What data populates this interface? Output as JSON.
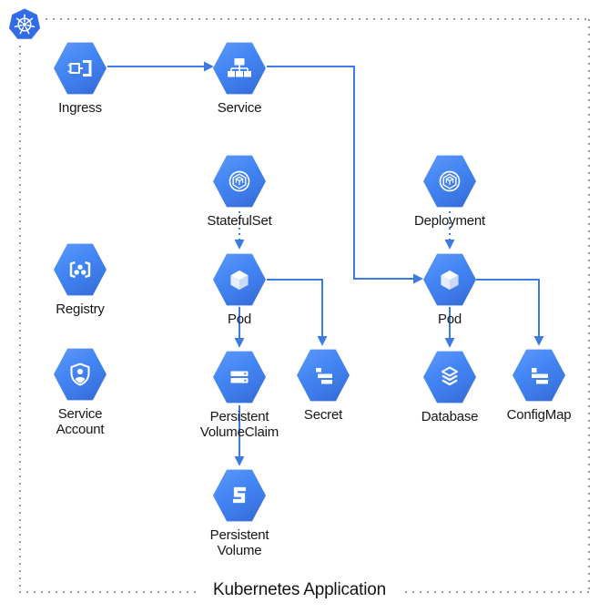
{
  "title": {
    "label": "Kubernetes Application"
  },
  "logo": {
    "name": "Kubernetes"
  },
  "colors": {
    "hexagon_blue": "#4285f4",
    "hexagon_blue_dark": "#3366d3",
    "hexagon_blue_light": "#619af8",
    "connector_blue": "#3c7ce2",
    "border_dot_gray": "#8e9aa9",
    "kubernetes_logo_blue": "#326ce5",
    "label_text": "#161616",
    "icon_white": "#ffffff"
  },
  "nodes": [
    {
      "id": "ingress",
      "label": "Ingress",
      "icon": "ingress-icon"
    },
    {
      "id": "service",
      "label": "Service",
      "icon": "service-icon"
    },
    {
      "id": "statefulset",
      "label": "StatefulSet",
      "icon": "workload-icon"
    },
    {
      "id": "deployment",
      "label": "Deployment",
      "icon": "workload-icon"
    },
    {
      "id": "registry",
      "label": "Registry",
      "icon": "registry-icon"
    },
    {
      "id": "pod-left",
      "label": "Pod",
      "icon": "pod-cube-icon"
    },
    {
      "id": "pod-right",
      "label": "Pod",
      "icon": "pod-cube-icon"
    },
    {
      "id": "service-account",
      "label": "Service\nAccount",
      "icon": "shield-person-icon"
    },
    {
      "id": "pvc",
      "label": "Persistent\nVolumeClaim",
      "icon": "volume-claim-icon"
    },
    {
      "id": "secret",
      "label": "Secret",
      "icon": "secret-bars-icon"
    },
    {
      "id": "database",
      "label": "Database",
      "icon": "layers-icon"
    },
    {
      "id": "configmap",
      "label": "ConfigMap",
      "icon": "configmap-bars-icon"
    },
    {
      "id": "pv",
      "label": "Persistent\nVolume",
      "icon": "persistent-volume-icon"
    }
  ],
  "connections": [
    {
      "from": "Ingress",
      "to": "Service",
      "style": "solid"
    },
    {
      "from": "Service",
      "to": "Pod (right)",
      "style": "solid-elbow"
    },
    {
      "from": "StatefulSet",
      "to": "Pod (left)",
      "style": "dotted"
    },
    {
      "from": "Deployment",
      "to": "Pod (right)",
      "style": "dotted"
    },
    {
      "from": "Pod (left)",
      "to": "Persistent VolumeClaim",
      "style": "solid"
    },
    {
      "from": "Pod (left)",
      "to": "Secret",
      "style": "solid-elbow"
    },
    {
      "from": "Pod (right)",
      "to": "Database",
      "style": "solid"
    },
    {
      "from": "Pod (right)",
      "to": "ConfigMap",
      "style": "solid-elbow"
    },
    {
      "from": "Persistent VolumeClaim",
      "to": "Persistent Volume",
      "style": "solid"
    }
  ]
}
